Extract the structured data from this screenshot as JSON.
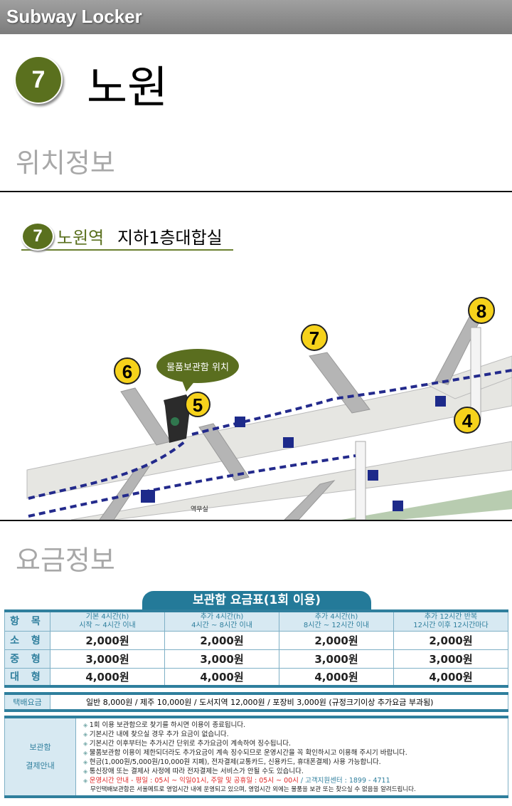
{
  "app": {
    "title": "Subway Locker"
  },
  "station": {
    "line": "7",
    "name": "노원",
    "line_color": "#5a701e"
  },
  "location": {
    "section_title": "위치정보",
    "line": "7",
    "station_label": "노원역",
    "floor_label": "지하1층대합실",
    "map": {
      "bubble": "물품보관함 위치",
      "exits": [
        "4",
        "5",
        "6",
        "7",
        "8"
      ],
      "office_label": "역무실"
    }
  },
  "fees": {
    "section_title": "요금정보",
    "table_title": "보관함 요금표(1회 이용)",
    "header": {
      "item": "항 목",
      "columns": [
        [
          "기본 4시간(h)",
          "시작 ~ 4시간 이내"
        ],
        [
          "추가 4시간(h)",
          "4시간 ~ 8시간 이내"
        ],
        [
          "추가 4시간(h)",
          "8시간 ~ 12시간 이내"
        ],
        [
          "추가 12시간 반복",
          "12시간 이후 12시간마다"
        ]
      ]
    },
    "rows": [
      {
        "size": "소 형",
        "prices": [
          "2,000원",
          "2,000원",
          "2,000원",
          "2,000원"
        ]
      },
      {
        "size": "중 형",
        "prices": [
          "3,000원",
          "3,000원",
          "3,000원",
          "3,000원"
        ]
      },
      {
        "size": "대 형",
        "prices": [
          "4,000원",
          "4,000원",
          "4,000원",
          "4,000원"
        ]
      }
    ],
    "delivery": {
      "label": "택배요금",
      "text": "일반 8,000원 / 제주 10,000원 / 도서지역 12,000원 / 포장비 3,000원 (규정크기이상 추가요금 부과됨)"
    },
    "payment": {
      "label1": "보관함",
      "label2": "결제안내",
      "notes": [
        "1회 이용 보관함으로 찾기를 하시면 이용이 종료됩니다.",
        "기본시간 내에 찾으실 경우 추가 요금이 없습니다.",
        "기본시간 이후부터는 추가시간 단위로 추가요금이 계속하여 징수됩니다.",
        "물품보관함 이용이 제한되더라도 추가요금이 계속 징수되므로 운영시간을 꼭 확인하시고 이용해 주시기 바랍니다.",
        "현금(1,000원/5,000원/10,000원 지폐), 전자결제(교통카드, 신용카드, 휴대폰결제) 사용 가능합니다.",
        "통신장애 또는 결제사 사정에 따라 전자결제는 서비스가 안될 수도 있습니다."
      ],
      "hours": "운영시간 안내 - 평일 : 05시 ~ 익일01시, 주말 및 공휴일 : 05시 ~ 00시",
      "support": " / 고객지원센터 : 1899 - 4711",
      "footer": "무인택배보관함은 서울메트로 영업시간 내에 운영되고 있으며, 영업시간 외에는 물품을 보관 또는 찾으실 수 없음을 알려드립니다."
    }
  }
}
